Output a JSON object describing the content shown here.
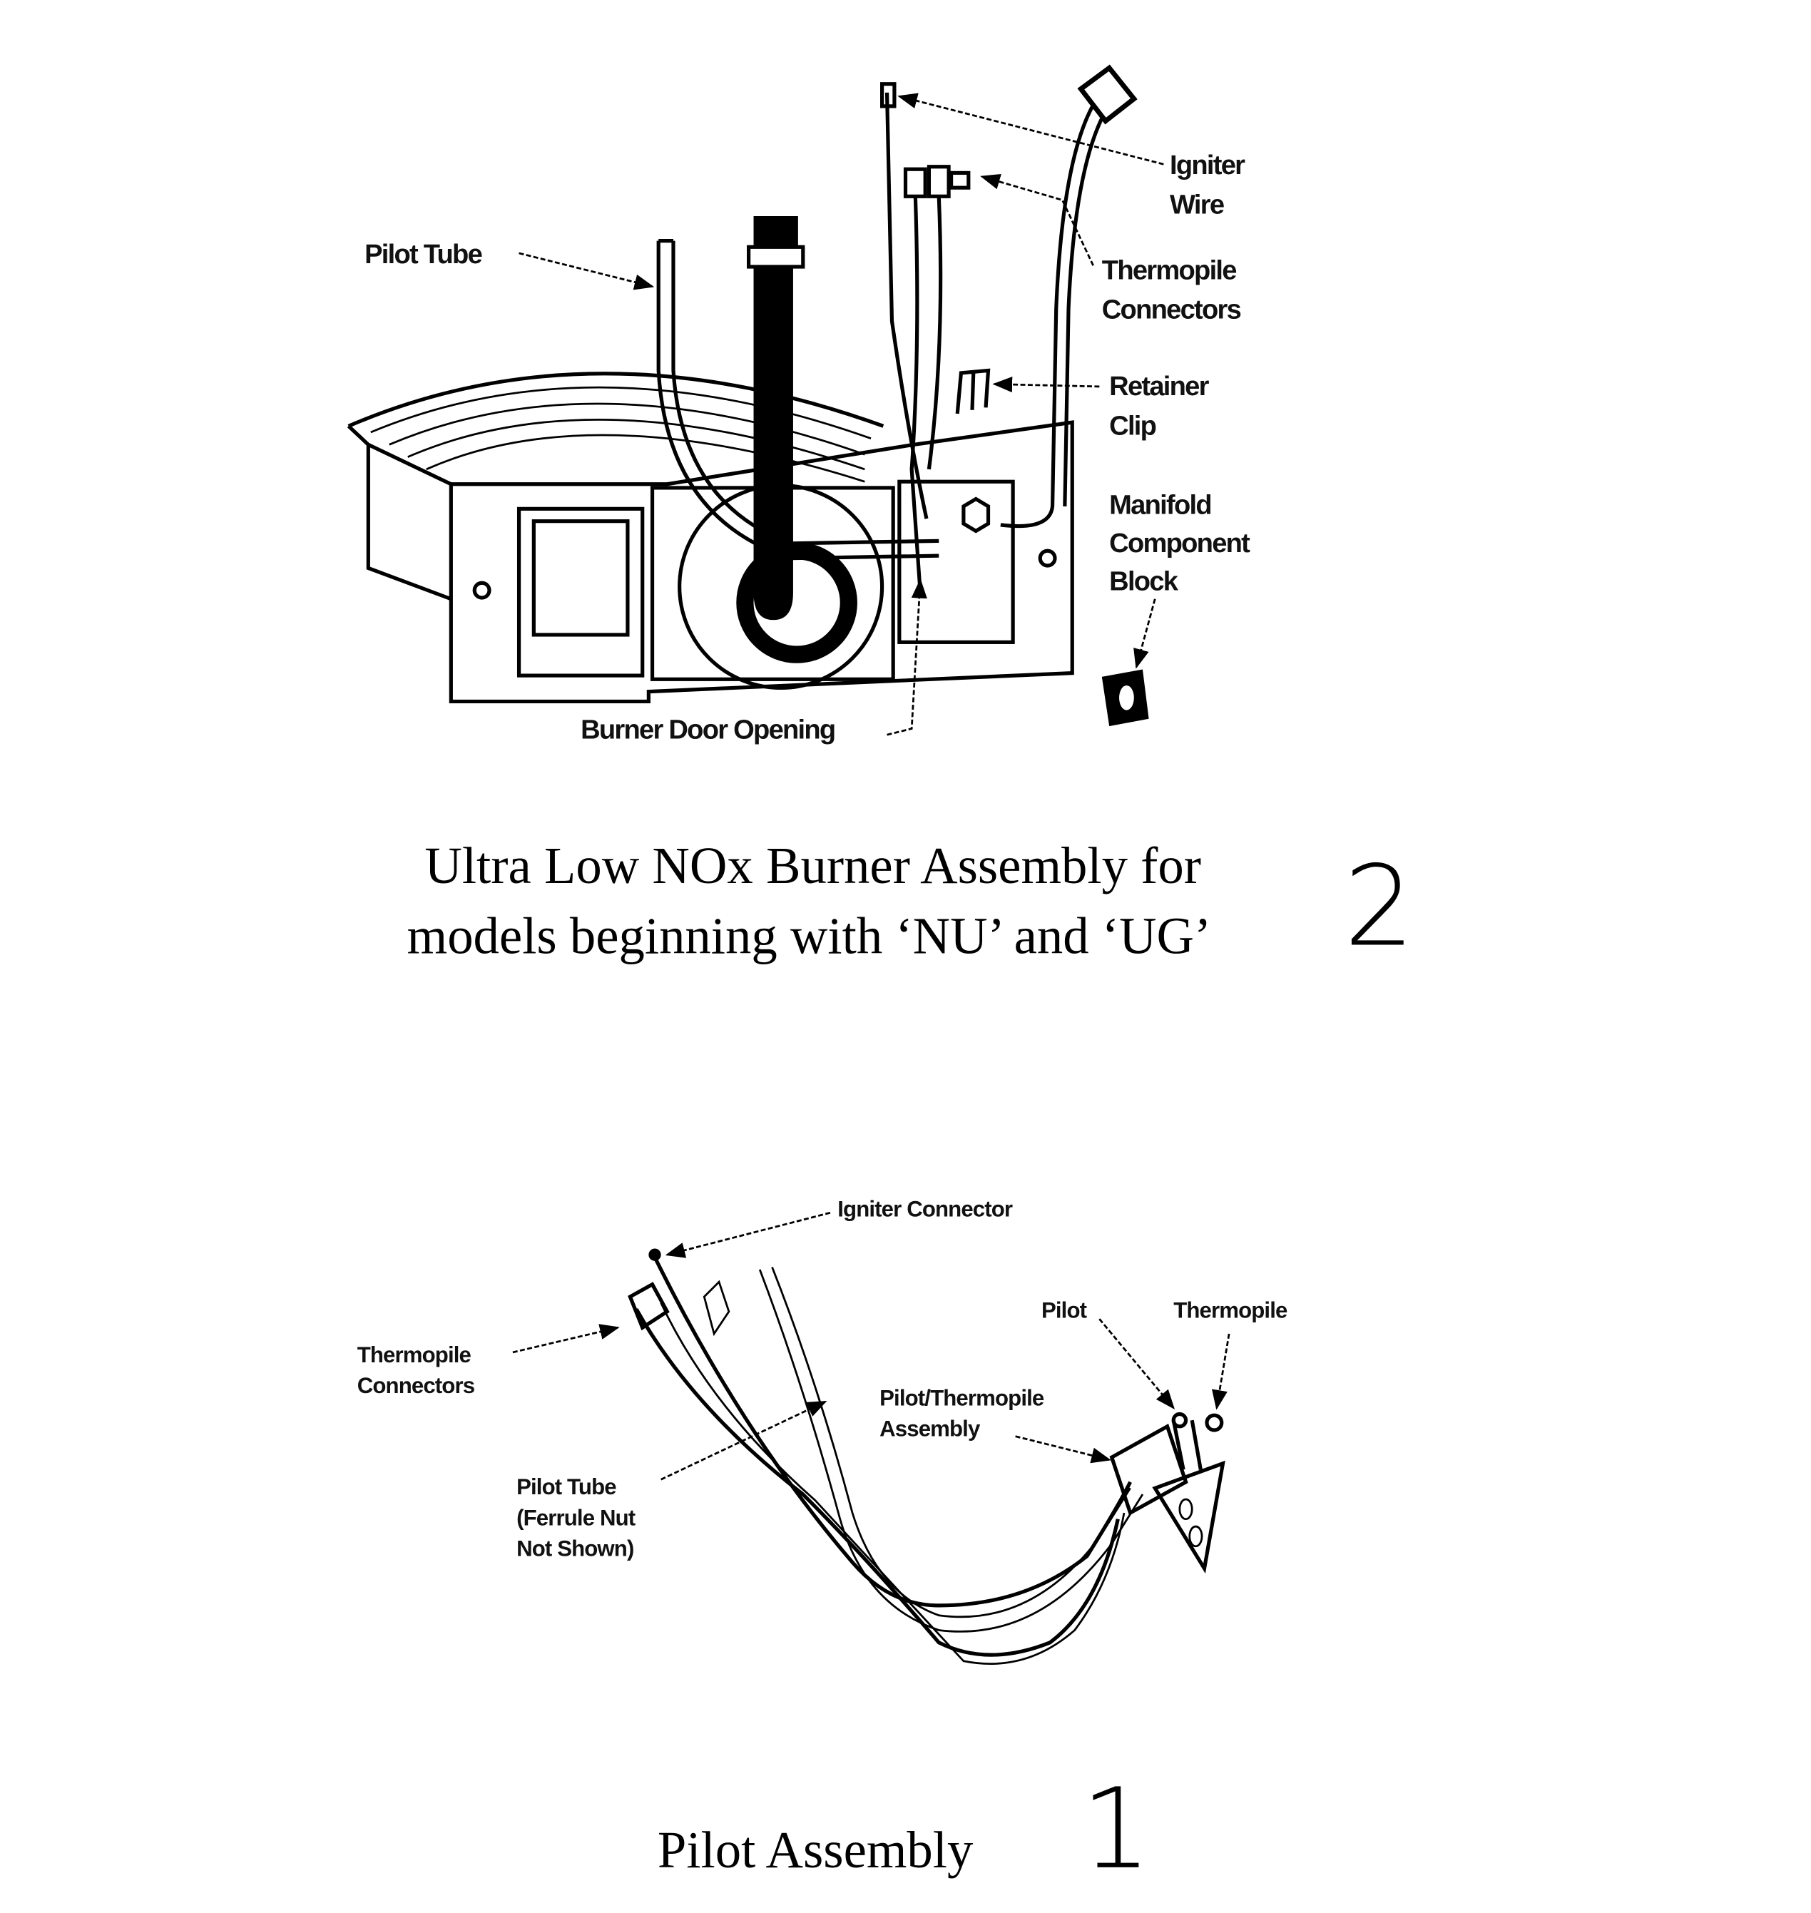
{
  "figure_top": {
    "labels": {
      "pilot_tube": "Pilot Tube",
      "igniter_wire": [
        "Igniter",
        "Wire"
      ],
      "thermopile_connectors": [
        "Thermopile",
        "Connectors"
      ],
      "retainer_clip": [
        "Retainer",
        "Clip"
      ],
      "manifold_component_block": [
        "Manifold",
        "Component",
        "Block"
      ],
      "burner_door_opening": "Burner Door Opening"
    },
    "caption": [
      "Ultra Low NOx Burner Assembly for",
      "models beginning with ‘NU’ and ‘UG’"
    ],
    "figure_number": "2"
  },
  "figure_bottom": {
    "labels": {
      "igniter_connector": "Igniter Connector",
      "thermopile_connectors": [
        "Thermopile",
        "Connectors"
      ],
      "pilot": "Pilot",
      "thermopile": "Thermopile",
      "pilot_thermopile_assembly": [
        "Pilot/Thermopile",
        "Assembly"
      ],
      "pilot_tube": [
        "Pilot Tube",
        "(Ferrule Nut",
        "Not Shown)"
      ]
    },
    "caption": "Pilot Assembly",
    "figure_number": "1"
  }
}
